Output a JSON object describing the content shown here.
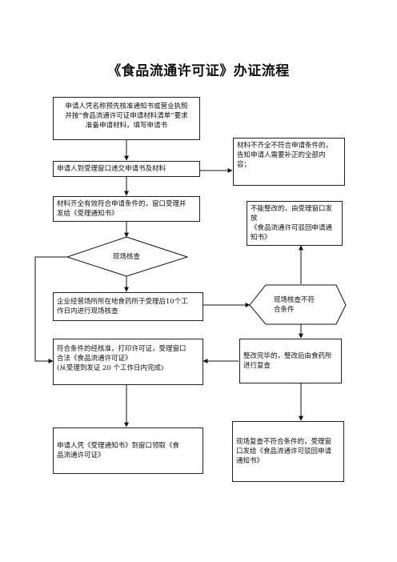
{
  "title": "《食品流通许可证》办证流程",
  "boxes": {
    "b1": "申请人凭名称预先核准通知书或营业执照\n并按“食品流通许可证申请材料清单”要求\n准备申请材料，填写申请书",
    "b2": "申请人到受理窗口递交申请书及材料",
    "b3": "材料不齐全不符合申请条件的，\n告知申请人需要补正的全部内\n容；",
    "b4": "材料齐全有效符合申请条件的，窗口受理并\n发给《受理通知书》",
    "b5": "不能整改的，由受理窗口发放\n《食品流通许可驳回申请通\n知书》",
    "diamond": "现场核查",
    "b6": "企业经营场所所在地食药所于受理后10个工\n作日内进行现场核查",
    "hex": "现场核查不符\n合条件",
    "b7": "符合条件的经核准，打印许可证，受理窗口\n合法《食品流通许可证》\n(从受理到发证 20 个工作日内完成)",
    "b8": "整改完毕的，整改后由食药所\n进行复查",
    "b9": "申请人凭《受理通知书》到窗口领取《食\n品流通许可证》",
    "b10": "现场复查不符合条件的，受理窗\n口发给《食品流通许可驳回申请\n通知书》"
  }
}
